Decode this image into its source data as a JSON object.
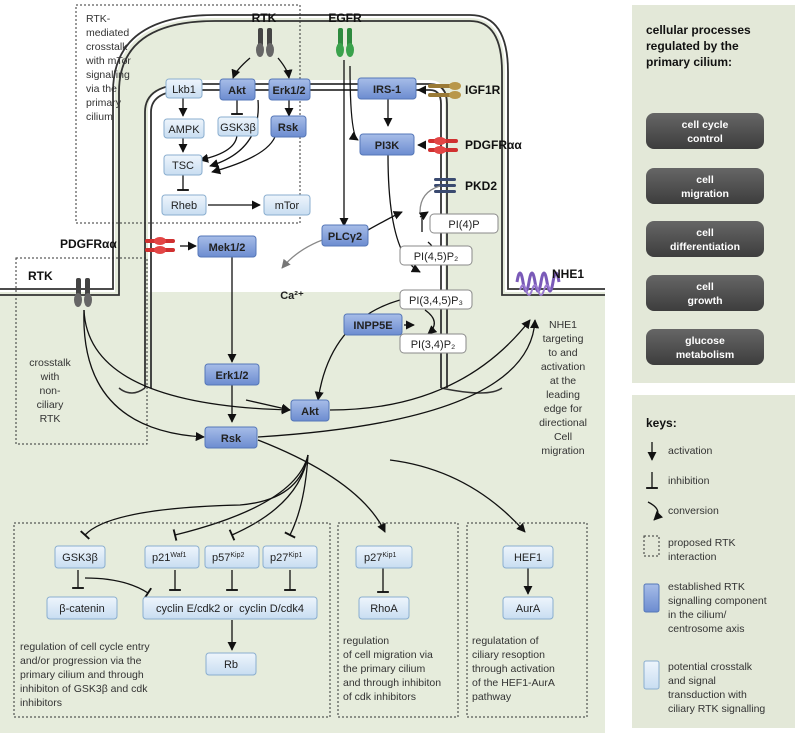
{
  "colors": {
    "cell_fill": "#e6ecdc",
    "panel_fill": "#e3e8d8",
    "dark_node": "#7b9ad6",
    "light_node": "#d3e4f4",
    "process_box": "#4d4d4d",
    "membrane": "#3a3a3a",
    "egfr": "#2e8a3e",
    "pdgfr": "#d03030",
    "igf1r": "#9a7a36",
    "nhe1": "#7a5ab8"
  },
  "receptors": {
    "rtk_top": "RTK",
    "egfr": "EGFR",
    "igf1r": "IGF1R",
    "pdgfr_right": "PDGFRαα",
    "pkd2": "PKD2",
    "pdgfr_left": "PDGFRαα",
    "rtk_left": "RTK",
    "nhe1": "NHE1",
    "ca": "Ca²⁺"
  },
  "notes": {
    "mtor_box": [
      "RTK-",
      "mediated",
      "crosstalk",
      "with mTor",
      "signalling",
      "via the",
      "primary",
      "cilium"
    ],
    "nonciliary": [
      "crosstalk",
      "with",
      "non-",
      "ciliary",
      "RTK"
    ],
    "nhe1": [
      "NHE1",
      "targeting",
      "to and",
      "activation",
      "at the",
      "leading",
      "edge for",
      "directional",
      "Cell",
      "migration"
    ]
  },
  "nodes": {
    "lkb1": "Lkb1",
    "ampk": "AMPK",
    "tsc": "TSC",
    "rheb": "Rheb",
    "mtor": "mTor",
    "akt_cil": "Akt",
    "gsk3b_cil": "GSK3β",
    "erk_cil": "Erk1/2",
    "rsk_cil": "Rsk",
    "irs1": "IRS-1",
    "pi3k": "PI3K",
    "plcg2": "PLCγ2",
    "pi4p": "PI(4)P",
    "pi45p2": "PI(4,5)P₂",
    "pi345p3": "PI(3,4,5)P₃",
    "pi34p2": "PI(3,4)P₂",
    "inpp5e": "INPP5E",
    "mek": "Mek1/2",
    "erk": "Erk1/2",
    "akt": "Akt",
    "rsk": "Rsk"
  },
  "cycle_panel": {
    "nodes": {
      "gsk3b": "GSK3β",
      "p21": "p21",
      "p21_sup": "Waf1",
      "p57": "p57",
      "p57_sup": "Kip2",
      "p27": "p27",
      "p27_sup": "Kip1",
      "bcat": "β-catenin",
      "cyclin": "cyclin E/cdk2 or  cyclin D/cdk4",
      "rb": "Rb"
    },
    "caption": [
      "regulation of cell cycle entry",
      "and/or progression via the",
      "primary cilium and through",
      "inhibiton of GSK3β and cdk",
      "inhibitors"
    ]
  },
  "migration_panel": {
    "nodes": {
      "p27": "p27",
      "p27_sup": "Kip1",
      "rhoa": "RhoA"
    },
    "caption": [
      "regulation",
      "of cell migration via",
      "the primary cilium",
      "and through inhibiton",
      "of cdk inhibitors"
    ]
  },
  "resorption_panel": {
    "nodes": {
      "hef1": "HEF1",
      "aura": "AurA"
    },
    "caption": [
      "regulatation of",
      "ciliary resoption",
      "through activation",
      "of the HEF1-AurA",
      "pathway"
    ]
  },
  "processes": {
    "title": [
      "cellular processes",
      "regulated by the",
      "primary cilium:"
    ],
    "items": [
      [
        "cell cycle",
        "control"
      ],
      [
        "cell",
        "migration"
      ],
      [
        "cell",
        "differentiation"
      ],
      [
        "cell",
        "growth"
      ],
      [
        "glucose",
        "metabolism"
      ]
    ]
  },
  "keys": {
    "title": "keys:",
    "activation": "activation",
    "inhibition": "inhibition",
    "conversion": "conversion",
    "proposed": [
      "proposed RTK",
      "interaction"
    ],
    "established": [
      "established RTK",
      "signalling component",
      "in the cilium/",
      "centrosome axis"
    ],
    "potential": [
      "potential crosstalk",
      "and signal",
      "transduction with",
      "ciliary RTK signalling"
    ]
  }
}
